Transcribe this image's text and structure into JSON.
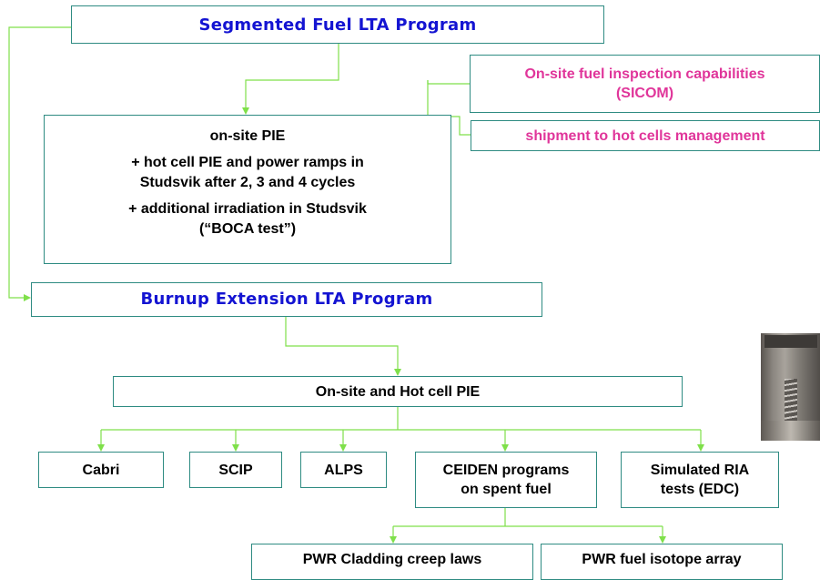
{
  "top": {
    "title": "Segmented Fuel LTA Program"
  },
  "side": {
    "sicom": [
      "On-site fuel inspection capabilities",
      "(SICOM)"
    ],
    "shipment": "shipment to hot cells management"
  },
  "pie": {
    "title": "on-site PIE",
    "ramps": [
      "+ hot cell PIE and power ramps in",
      "Studsvik after 2, 3 and 4 cycles"
    ],
    "irradiation": [
      "+ additional irradiation in Studsvik",
      "(“BOCA test”)"
    ]
  },
  "burnup": {
    "title": "Burnup Extension LTA Program"
  },
  "hotcell": {
    "title": "On-site and Hot cell PIE"
  },
  "programs": {
    "cabri": "Cabri",
    "scip": "SCIP",
    "alps": "ALPS",
    "ceiden": [
      "CEIDEN programs",
      "on spent fuel"
    ],
    "ria": [
      "Simulated RIA",
      "tests (EDC)"
    ]
  },
  "bottom": {
    "creep": "PWR Cladding creep laws",
    "isotope": "PWR fuel isotope array"
  },
  "colors": {
    "border": "#2e8b82",
    "connector": "#7fe04a",
    "title_blue": "#1414d2",
    "pink": "#e0359a"
  }
}
